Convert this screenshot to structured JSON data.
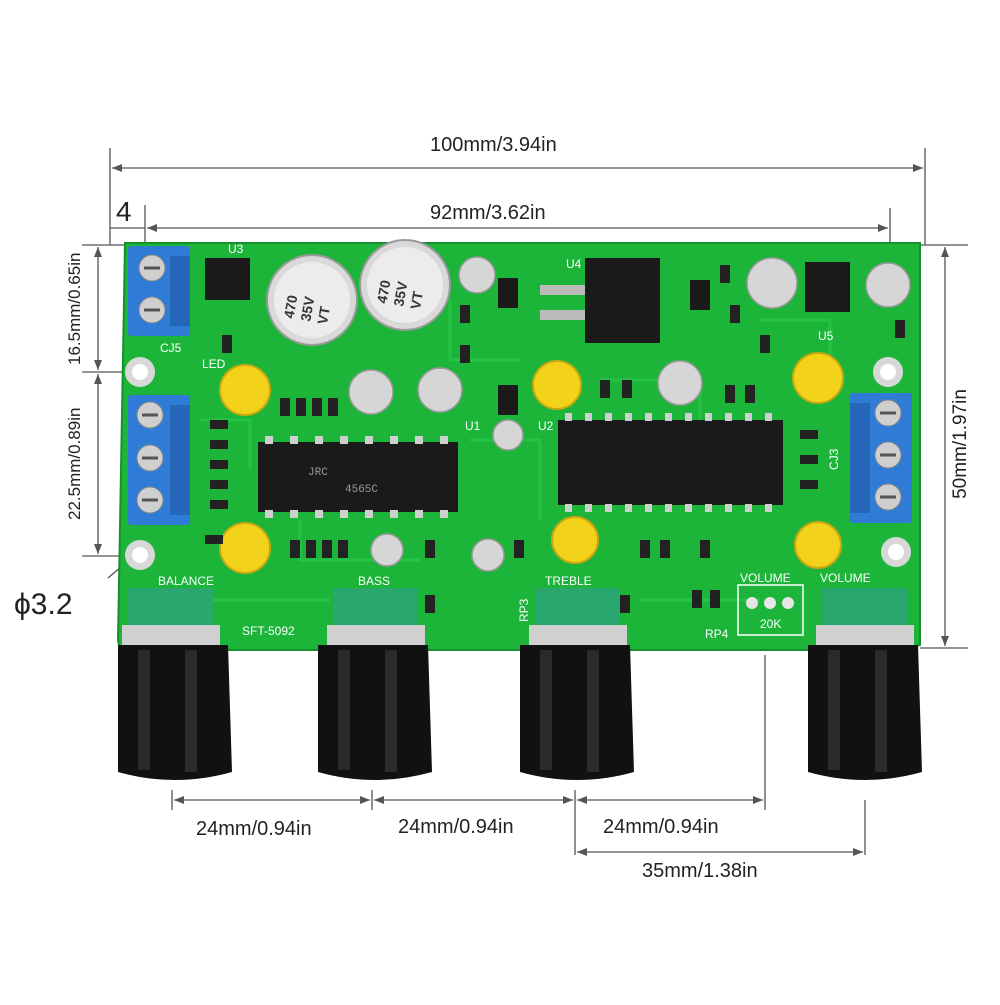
{
  "dimensions": {
    "total_width": "100mm/3.94in",
    "hole_spacing": "92mm/3.62in",
    "edge_offset": "4",
    "top_terminal_height": "16.5mm/0.65in",
    "left_terminal_height": "22.5mm/0.89in",
    "board_height": "50mm/1.97in",
    "hole_diameter": "ϕ3.2",
    "knob_spacing_1": "24mm/0.94in",
    "knob_spacing_2": "24mm/0.94in",
    "knob_spacing_3": "24mm/0.94in",
    "volume_spacing": "35mm/1.38in"
  },
  "board": {
    "model": "SFT-5092",
    "labels": {
      "balance": "BALANCE",
      "bass": "BASS",
      "treble": "TREBLE",
      "volume_left": "VOLUME",
      "volume_right": "VOLUME",
      "pot_value": "20K",
      "terminal_top": "CJ5",
      "terminal_right": "CJ3",
      "u1": "U1",
      "u2": "U2",
      "u3": "U3",
      "u4": "U4",
      "u5": "U5",
      "rp3": "RP3",
      "rp4": "RP4",
      "led": "LED"
    },
    "chip_u1_text": [
      "JRC",
      "4565C"
    ],
    "caps": {
      "big_left": [
        "470",
        "35V",
        "VT"
      ],
      "big_right": [
        "470",
        "35V",
        "VT"
      ]
    }
  },
  "colors": {
    "pcb": "#1db43a",
    "terminal": "#2f7bd6",
    "knob": "#111111",
    "pot_base": "#2aa66f",
    "cap_yellow": "#f2d21b",
    "chip": "#1a1a1a"
  }
}
